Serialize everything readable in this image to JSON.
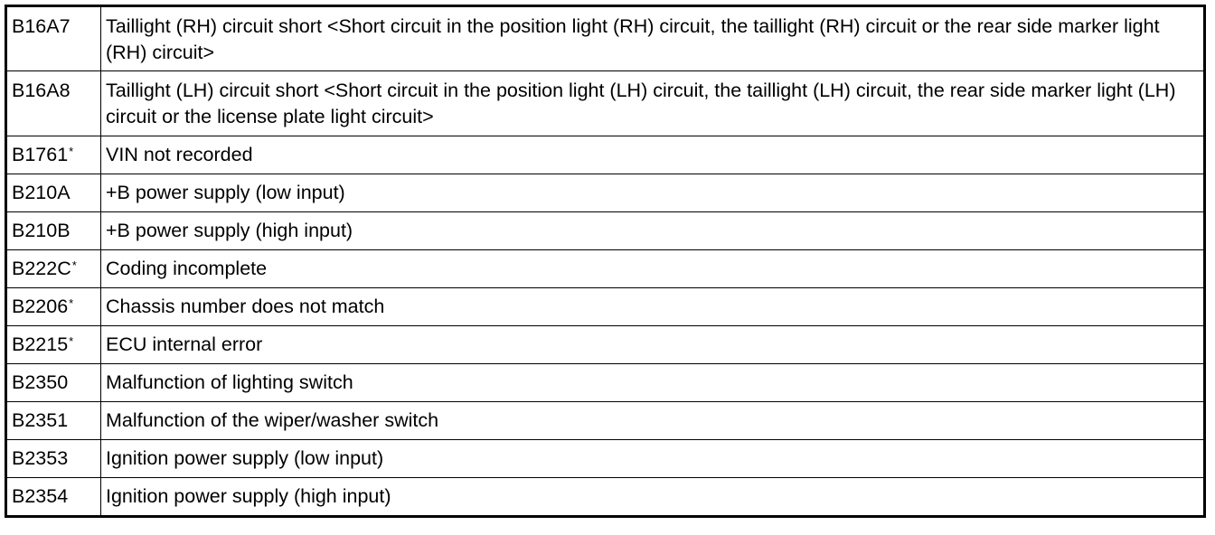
{
  "rows": [
    {
      "code": "B16A7",
      "asterisk": "",
      "description": "Taillight (RH) circuit short <Short circuit in the position light (RH) circuit, the taillight (RH) circuit or the rear side marker light (RH) circuit>"
    },
    {
      "code": "B16A8",
      "asterisk": "",
      "description": "Taillight (LH) circuit short <Short circuit in the position light (LH) circuit, the taillight (LH) circuit, the rear side marker light (LH) circuit or the license plate light circuit>"
    },
    {
      "code": "B1761",
      "asterisk": "*",
      "description": "VIN not recorded"
    },
    {
      "code": "B210A",
      "asterisk": "",
      "description": "+B power supply (low input)"
    },
    {
      "code": "B210B",
      "asterisk": "",
      "description": "+B power supply (high input)"
    },
    {
      "code": "B222C",
      "asterisk": "*",
      "description": "Coding incomplete"
    },
    {
      "code": "B2206",
      "asterisk": "*",
      "description": "Chassis number does not match"
    },
    {
      "code": "B2215",
      "asterisk": "*",
      "description": "ECU internal error"
    },
    {
      "code": "B2350",
      "asterisk": "",
      "description": "Malfunction of lighting switch"
    },
    {
      "code": "B2351",
      "asterisk": "",
      "description": "Malfunction of the wiper/washer switch"
    },
    {
      "code": "B2353",
      "asterisk": "",
      "description": "Ignition power supply (low input)"
    },
    {
      "code": "B2354",
      "asterisk": "",
      "description": "Ignition power supply (high input)"
    }
  ]
}
